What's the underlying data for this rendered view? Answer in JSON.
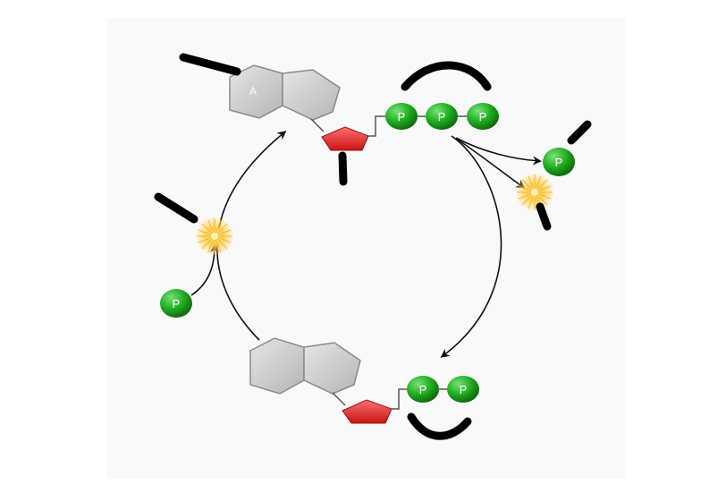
{
  "diagram": {
    "atp": {
      "base_label": "A",
      "phosphate_labels": [
        "P",
        "P",
        "P"
      ]
    },
    "adp": {
      "base_label": "",
      "phosphate_labels": [
        "P",
        "P"
      ]
    },
    "released_phosphate_label": "P",
    "input_phosphate_label": "P",
    "colors": {
      "phosphate_green": "#1fa31f",
      "ribose_red": "#e02424",
      "base_gray": "#c8c8c8",
      "energy_burst": "#f7c948",
      "arrow": "#111111",
      "redaction_marker": "#000000"
    },
    "icons": [
      "adenine-base-icon",
      "ribose-pentagon-icon",
      "phosphate-ball-icon",
      "energy-burst-icon",
      "cycle-arrow-icon"
    ]
  }
}
